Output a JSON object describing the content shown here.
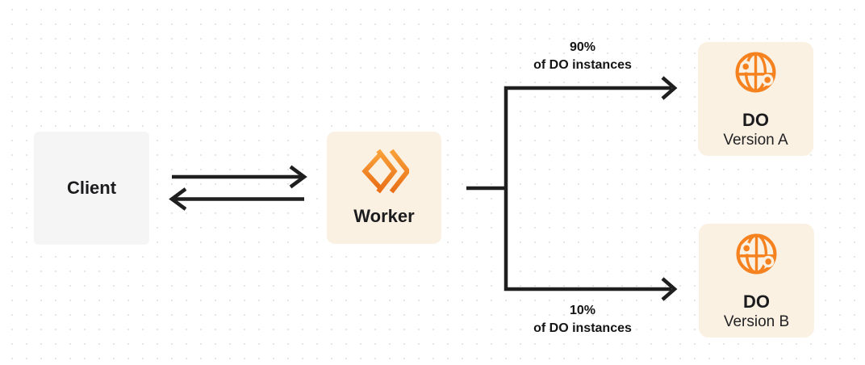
{
  "colors": {
    "canvas_bg": "#FFFFFF",
    "dot_grid": "#E6E6E8",
    "client_box_bg": "#F5F5F6",
    "cream_box_bg": "#FAF1E3",
    "brand_orange": "#F6821F",
    "orange_gradient_top": "#F9A13B",
    "orange_gradient_bottom": "#E96F16",
    "line_color": "#1F1F1F",
    "text_color": "#1C1C1E"
  },
  "nodes": {
    "client": {
      "label": "Client"
    },
    "worker": {
      "label": "Worker",
      "icon": "workers-icon"
    },
    "do_version_a": {
      "title": "DO",
      "subtitle": "Version A",
      "icon": "durable-object-globe-icon"
    },
    "do_version_b": {
      "title": "DO",
      "subtitle": "Version B",
      "icon": "durable-object-globe-icon"
    }
  },
  "edges": {
    "worker_to_do_a": {
      "label_line1": "90%",
      "label_line2": "of DO instances"
    },
    "worker_to_do_b": {
      "label_line1": "10%",
      "label_line2": "of DO instances"
    }
  }
}
